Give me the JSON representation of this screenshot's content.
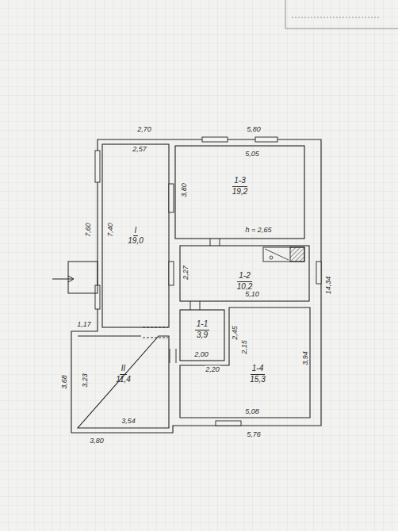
{
  "diagram": {
    "nodes": [
      {
        "text": [
          "I",
          "19,0"
        ]
      },
      {
        "text": [
          "1-3",
          "19,2"
        ]
      },
      {
        "text": [
          "1-2",
          "10,2"
        ]
      },
      {
        "text": [
          "1-1",
          "3,9"
        ]
      },
      {
        "text": [
          "1-4",
          "15,3"
        ]
      },
      {
        "text": [
          "II",
          "11,4"
        ]
      }
    ],
    "labels": [
      "2,70",
      "5,80",
      "2,57",
      "5,05",
      "3,80",
      "7,60",
      "7,40",
      "h = 2,65",
      "2,27",
      "5,10",
      "14,34",
      "1,17",
      "2,45",
      "2,15",
      "3,94",
      "3,68",
      "3,23",
      "2,00",
      "2,20",
      "3,54",
      "5,08",
      "3,80",
      "5,76"
    ]
  }
}
